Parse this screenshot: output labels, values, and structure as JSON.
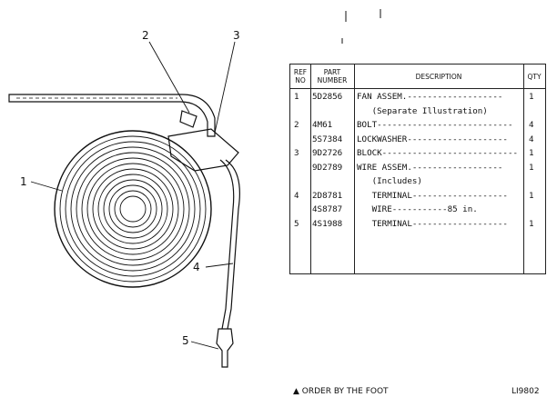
{
  "callouts": [
    "1",
    "2",
    "3",
    "4",
    "5"
  ],
  "table": {
    "headers": {
      "ref": "REF\nNO",
      "part": "PART\nNUMBER",
      "desc": "DESCRIPTION",
      "qty": "QTY"
    },
    "rows": [
      {
        "ref": "1",
        "part": "5D2856",
        "desc": "FAN ASSEM.-------------------",
        "qty": "1"
      },
      {
        "ref": "",
        "part": "",
        "desc": "   (Separate Illustration)",
        "qty": ""
      },
      {
        "ref": "2",
        "part": "4M61",
        "desc": "BOLT---------------------------",
        "qty": "4"
      },
      {
        "ref": "",
        "part": "5S7384",
        "desc": "LOCKWASHER--------------------",
        "qty": "4"
      },
      {
        "ref": "3",
        "part": "9D2726",
        "desc": "BLOCK---------------------------",
        "qty": "1"
      },
      {
        "ref": "",
        "part": "9D2789",
        "desc": "WIRE ASSEM.------------------",
        "qty": "1"
      },
      {
        "ref": "",
        "part": "",
        "desc": "   (Includes)",
        "qty": ""
      },
      {
        "ref": "4",
        "part": "2D8781",
        "desc": "   TERMINAL-------------------",
        "qty": "1"
      },
      {
        "ref": "",
        "part": "4S8787",
        "desc": "   WIRE-----------85 in.",
        "qty": ""
      },
      {
        "ref": "5",
        "part": "4S1988",
        "desc": "   TERMINAL-------------------",
        "qty": "1"
      }
    ]
  },
  "footnote": "▲ ORDER BY THE FOOT",
  "drawing_number": "LI9802",
  "colors": {
    "ink": "#111111",
    "paper": "#ffffff"
  }
}
